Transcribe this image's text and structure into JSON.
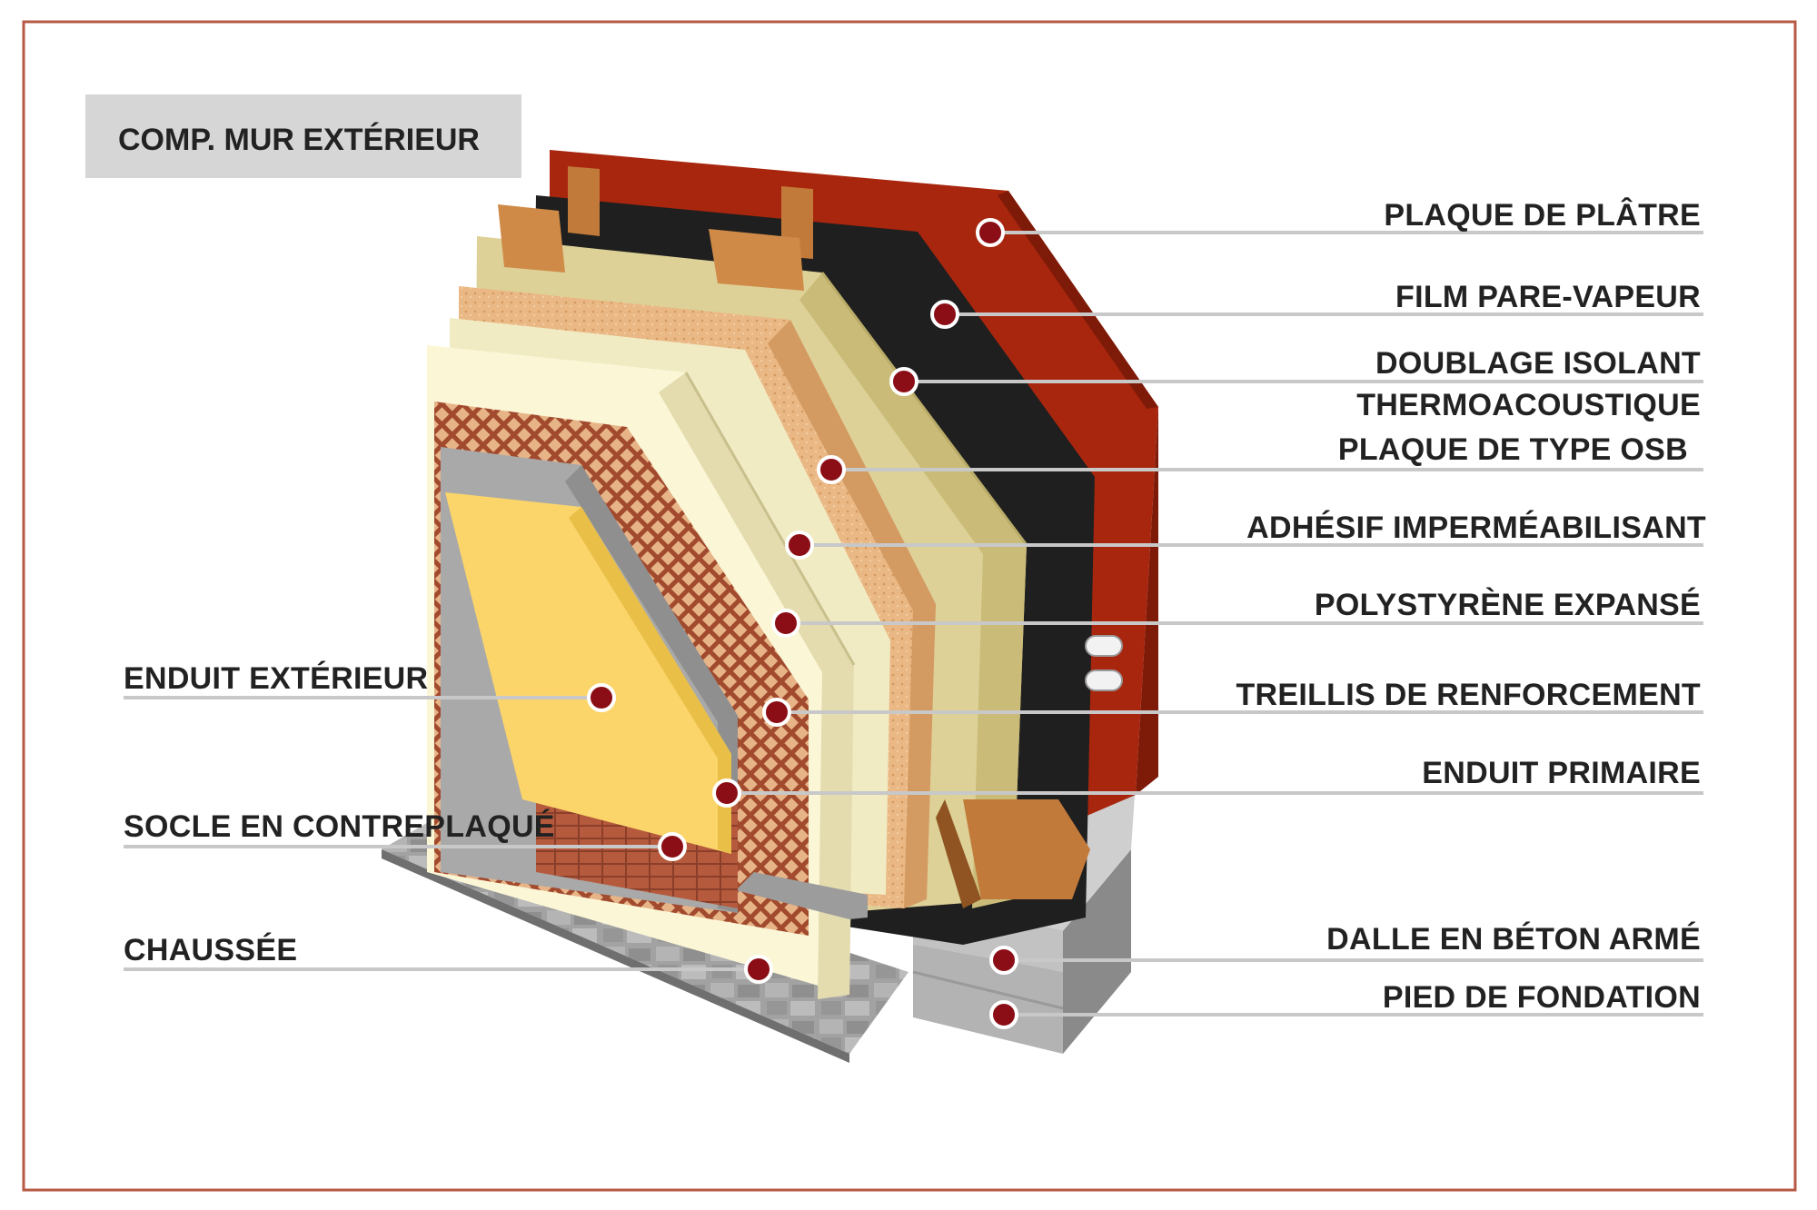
{
  "title": "COMP. MUR EXTÉRIEUR",
  "colors": {
    "frame": "#b65a45",
    "title_box": "#d6d6d6",
    "marker": "#8b0d16",
    "leader": "#c8c8c8",
    "plasterboard": "#a8260e",
    "vapour_film": "#1f1f1f",
    "insulation": "#ded49a",
    "osb": "#e9b985",
    "polystyrene": "#fbf6d6",
    "mesh": "#a24a2e",
    "primer": "#a9a9a9",
    "render": "#fbd56a",
    "concrete": "#bdbdbd",
    "pavement": "#9a9a9a"
  },
  "labels_right": [
    "PLAQUE DE PLÂTRE",
    "FILM PARE-VAPEUR",
    "DOUBLAGE ISOLANT",
    "THERMOACOUSTIQUE",
    "PLAQUE DE TYPE OSB",
    "ADHÉSIF IMPERMÉABILISANT",
    "POLYSTYRÈNE EXPANSÉ",
    "TREILLIS DE RENFORCEMENT",
    "ENDUIT PRIMAIRE",
    "DALLE EN BÉTON ARMÉ",
    "PIED DE FONDATION"
  ],
  "labels_left": [
    "ENDUIT EXTÉRIEUR",
    "SOCLE EN CONTREPLAQUÉ",
    "CHAUSSÉE"
  ]
}
